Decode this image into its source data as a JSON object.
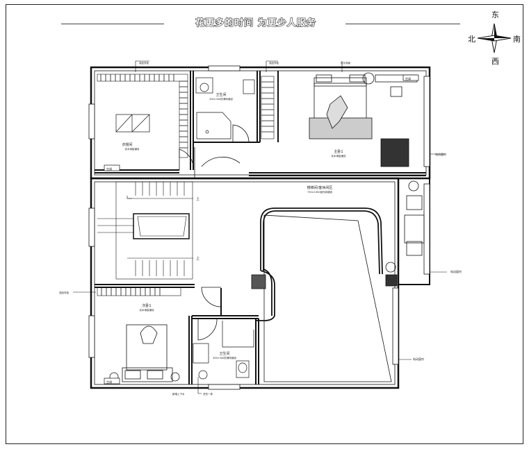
{
  "header": {
    "title": "花更多的时间    为更少人服务"
  },
  "compass": {
    "east": "东",
    "west": "西",
    "south": "南",
    "north": "北"
  },
  "rooms": {
    "cloakroom": {
      "name": "衣帽间",
      "sub": "实木地板铺设"
    },
    "bath_top": {
      "name": "卫生间",
      "sub": "300×300防滑砖铺设"
    },
    "master_bed": {
      "name": "主卧1",
      "sub": "实木地板铺设"
    },
    "living": {
      "name": "楼梯间/客休闲区",
      "sub": "750×1500抛光砖铺设"
    },
    "second_bed": {
      "name": "次卧1",
      "sub": "实木地板铺设"
    },
    "bath_bottom": {
      "name": "卫生间",
      "sub": "300×300防滑砖铺设"
    }
  },
  "annotations": {
    "stair_up_1": "上",
    "stair_up_2": "上",
    "ac_1": "空调",
    "ac_2": "空调",
    "ac_3": "空调",
    "cabinet_label_1": "成品衣柜",
    "cabinet_label_2": "成品衣柜",
    "cabinet_label_3": "成品衣柜",
    "bedhead_label": "床头背景",
    "curtain_1": "电动窗帘",
    "curtain_2": "电动窗帘",
    "curtain_3": "电动窗帘",
    "note_bottom_1": "新增上下水",
    "note_bottom_2": "洗衣一体"
  }
}
